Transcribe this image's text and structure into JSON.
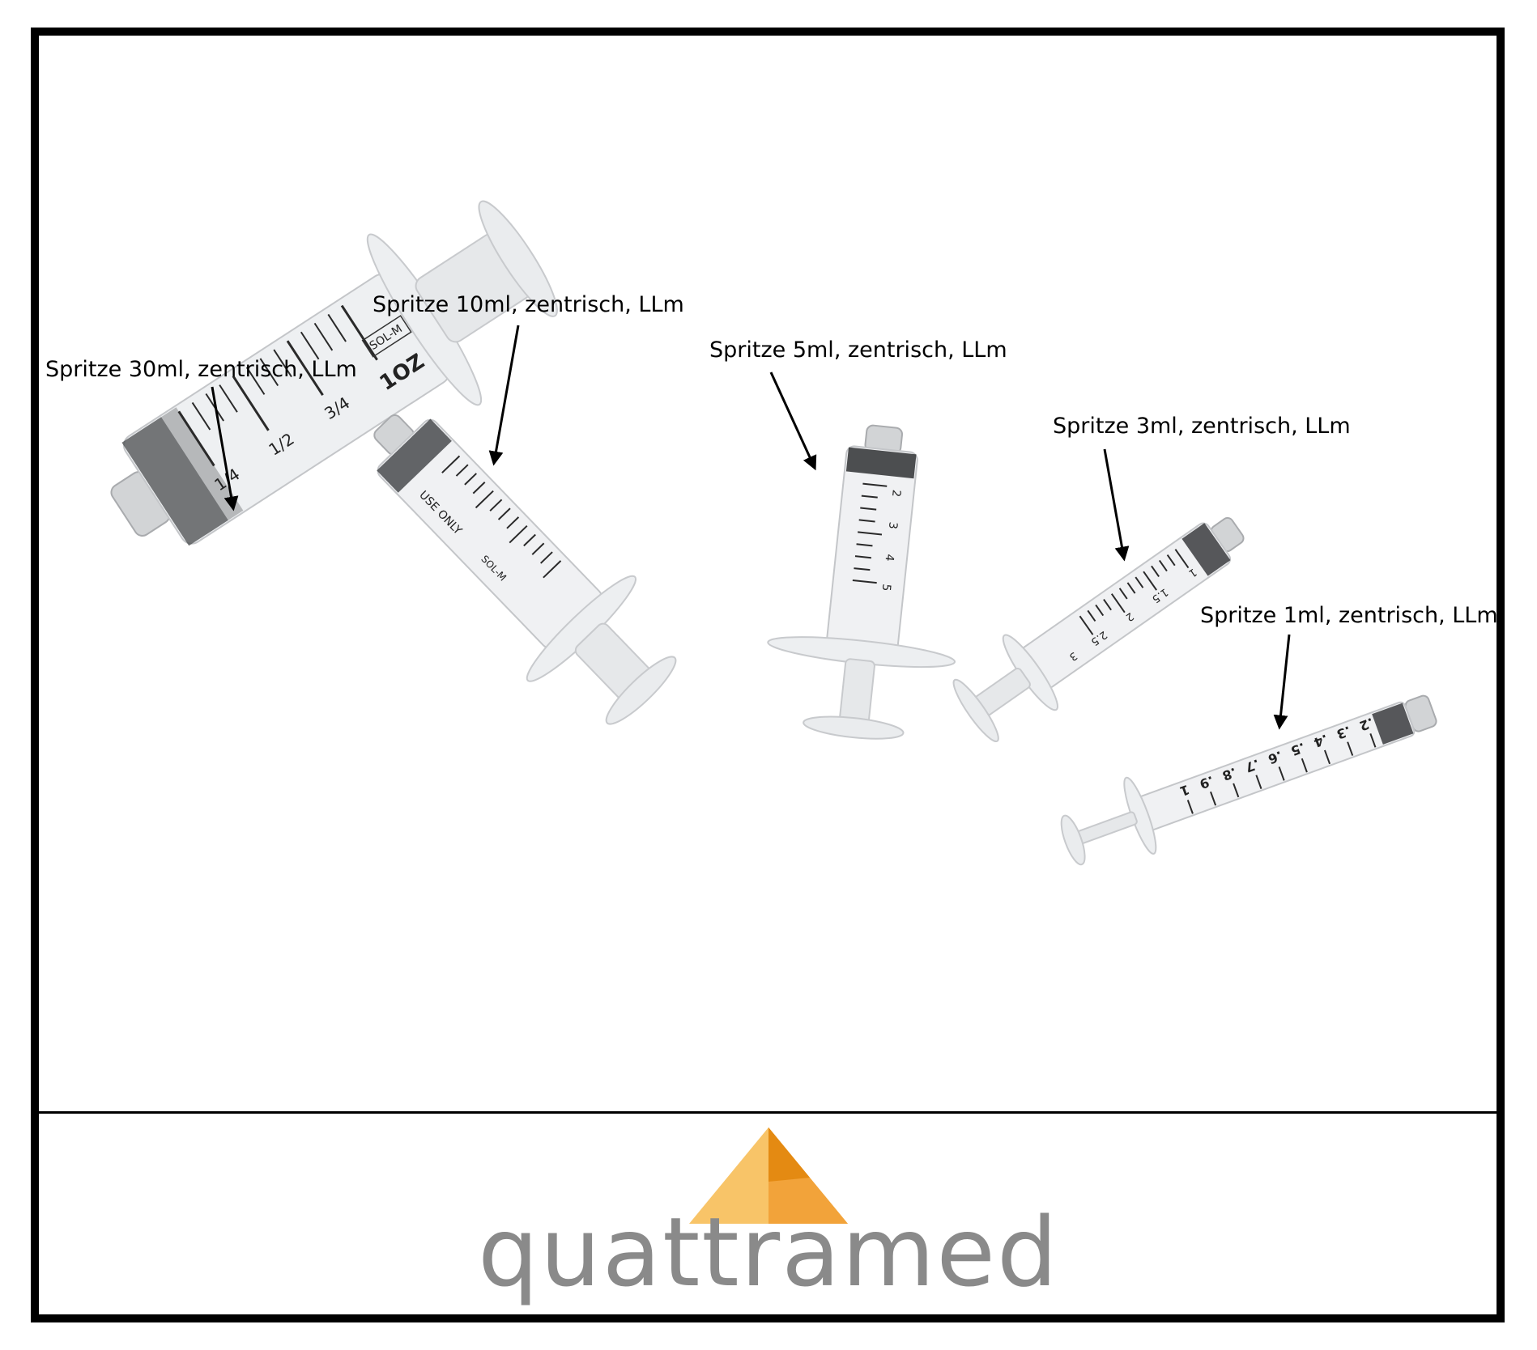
{
  "labels": {
    "syringe_30ml": "Spritze 30ml, zentrisch, LLm",
    "syringe_10ml": "Spritze 10ml, zentrisch, LLm",
    "syringe_5ml": "Spritze 5ml, zentrisch, LLm",
    "syringe_3ml": "Spritze 3ml, zentrisch, LLm",
    "syringe_1ml": "Spritze 1ml, zentrisch, LLm"
  },
  "barrel_markings": {
    "s30": {
      "m1": "1/4",
      "m2": "1/2",
      "m3": "3/4",
      "m4": "1OZ",
      "brand": "SOL-M"
    },
    "s10": {
      "text": "USE ONLY",
      "brand": "SOL-M"
    },
    "s5": {
      "m2": "2",
      "m3": "3",
      "m4": "4",
      "m5": "5"
    },
    "s3": {
      "m1": "1",
      "m15": "1.5",
      "m2": "2",
      "m25": "2.5",
      "m3": "3"
    },
    "s1": {
      "m2": ".2",
      "m3": ".3",
      "m4": ".4",
      "m5": ".5",
      "m6": ".6",
      "m7": ".7",
      "m8": ".8",
      "m9": ".9",
      "m10": "1"
    }
  },
  "logo": {
    "wordmark": "quattramed",
    "colors": {
      "light": "#F8C468",
      "mid": "#F2A33A",
      "dark": "#E48A12",
      "text": "#8a8a8a"
    }
  }
}
